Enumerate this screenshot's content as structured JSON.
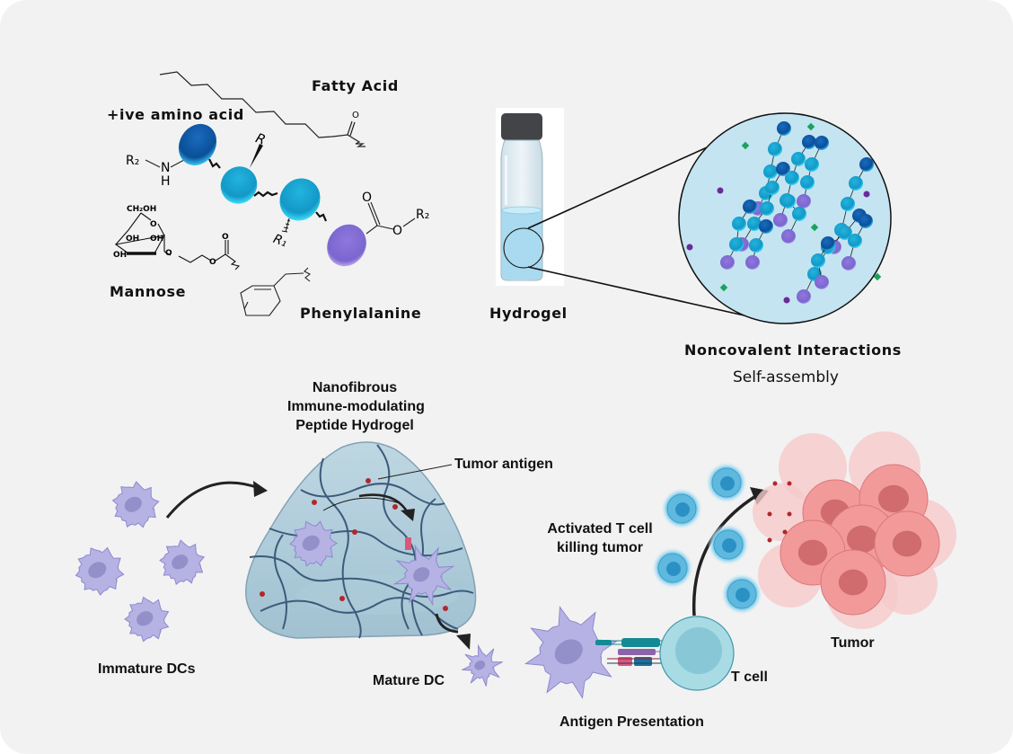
{
  "top_panel": {
    "molecule_labels": {
      "fatty_acid": "Fatty Acid",
      "positive_amino_acid": "+ive amino acid",
      "mannose": "Mannose",
      "phenylalanine": "Phenylalanine"
    },
    "chem_text": {
      "r2_left": "R₂",
      "nh_n": "N",
      "nh_h": "H",
      "r_top": "R",
      "r1": "R₁",
      "o_ester": "O",
      "o_carbonyl": "O",
      "r2_right": "R₂",
      "ch2oh": "CH₂OH"
    },
    "vial_label": "Hydrogel",
    "zoom_title": "Noncovalent Interactions",
    "zoom_subtitle": "Self-assembly"
  },
  "bottom_panel": {
    "hydrogel_title": [
      "Nanofibrous",
      "Immune-modulating",
      "Peptide Hydrogel"
    ],
    "tumor_antigen": "Tumor antigen",
    "immature_dcs": "Immature DCs",
    "mature_dc": "Mature DC",
    "antigen_presentation": "Antigen Presentation",
    "t_cell": "T cell",
    "activated_t_cell": [
      "Activated T cell",
      "killing tumor"
    ],
    "tumor": "Tumor"
  },
  "colors": {
    "background": "#f2f2f2",
    "dark_blue_bead": "#0b5fa8",
    "cyan_bead": "#1aa7d4",
    "purple_bead": "#8a74d8",
    "dc_cell": "#b6b3e4",
    "dc_nucleus": "#938fc9",
    "gel": "#a9c8d6",
    "fiber": "#3d5a78",
    "t_cell": "#a8dbe3",
    "activated_t": "#2b91c4",
    "tumor": "#f29a9a",
    "tumor_nucleus": "#d06b6e",
    "antigen_dot": "#b1272c"
  }
}
